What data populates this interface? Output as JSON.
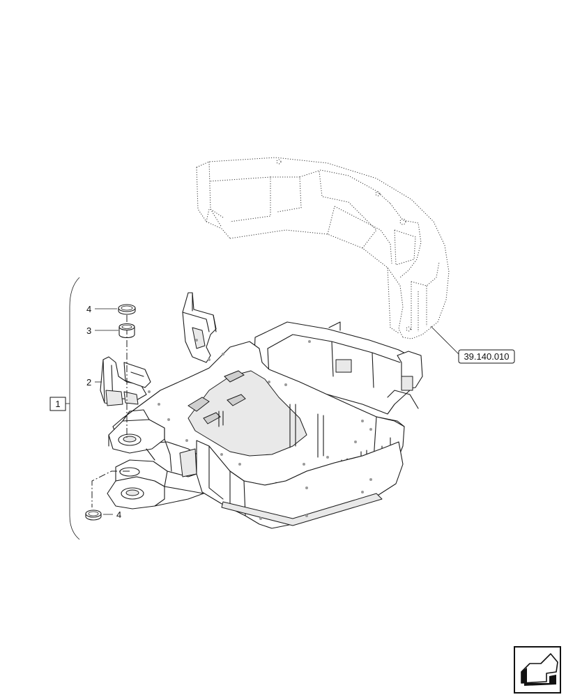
{
  "callouts": {
    "item_4_top": "4",
    "item_3": "3",
    "item_2": "2",
    "item_1": "1",
    "item_4_bottom": "4"
  },
  "reference": {
    "code": "39.140.010"
  },
  "icons": {
    "navigation": "next-page-arrow-icon"
  },
  "colors": {
    "line": "#1a1a1a",
    "background": "#ffffff"
  }
}
